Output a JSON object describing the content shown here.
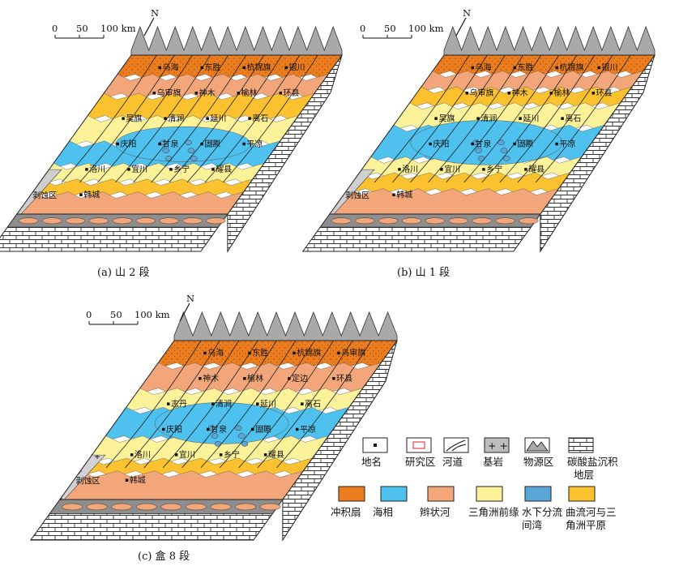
{
  "captions": {
    "a": "(a) 山 2 段",
    "b": "(b) 山 1 段",
    "c": "(c) 盒 8 段"
  },
  "scale": {
    "ticks": [
      "0",
      "50",
      "100 km"
    ]
  },
  "north": "N",
  "erosion_label": "剥蚀区",
  "cities": {
    "a": [
      "乌海",
      "东胜",
      "杭锦旗",
      "银川",
      "乌审旗",
      "神木",
      "榆林",
      "环县",
      "吴旗",
      "清涧",
      "延川",
      "离石",
      "庆阳",
      "甘泉",
      "固原",
      "平凉",
      "洛川",
      "宜川",
      "乡宁",
      "耀县",
      "韩城"
    ],
    "b": [
      "乌海",
      "东胜",
      "杭锦旗",
      "银川",
      "乌审旗",
      "神木",
      "榆林",
      "环县",
      "吴旗",
      "清涧",
      "延川",
      "离石",
      "庆阳",
      "甘泉",
      "固原",
      "平凉",
      "洛川",
      "宜川",
      "乡宁",
      "耀县",
      "韩城"
    ],
    "c": [
      "乌海",
      "东胜",
      "杭锦旗",
      "乌审旗",
      "神木",
      "榆林",
      "定边",
      "环县",
      "志丹",
      "清涧",
      "延川",
      "离石",
      "庆阳",
      "甘泉",
      "固原",
      "平凉",
      "洛川",
      "宜川",
      "乡宁",
      "耀县",
      "韩城"
    ]
  },
  "legend_row1": [
    {
      "label": "地名",
      "icon": "square-dot-icon"
    },
    {
      "label": "研究区",
      "icon": "red-rect-icon"
    },
    {
      "label": "河道",
      "icon": "river-icon"
    },
    {
      "label": "基岩",
      "icon": "bedrock-cross-icon"
    },
    {
      "label": "物源区",
      "icon": "mountain-icon"
    },
    {
      "label": "碳酸盐沉积地层",
      "icon": "brick-icon"
    }
  ],
  "legend_row2": [
    {
      "label": "冲积扇",
      "color": "#ec7d1e"
    },
    {
      "label": "海相",
      "color": "#4ec1ee"
    },
    {
      "label": "辫状河",
      "color": "#f3a67a"
    },
    {
      "label": "三角洲前缘",
      "color": "#fbf29a"
    },
    {
      "label": "水下分流间湾",
      "color": "#5aa6d6"
    },
    {
      "label": "曲流河与三角洲平原",
      "color": "#fbc12e"
    }
  ],
  "colors": {
    "fan": "#ec7d1e",
    "marine": "#4ec1ee",
    "braided": "#f3a67a",
    "front": "#fbf29a",
    "bay": "#5aa6d6",
    "meander": "#fbc12e",
    "erosion": "#cfcfcf",
    "mountain": "#a9a9a9"
  }
}
